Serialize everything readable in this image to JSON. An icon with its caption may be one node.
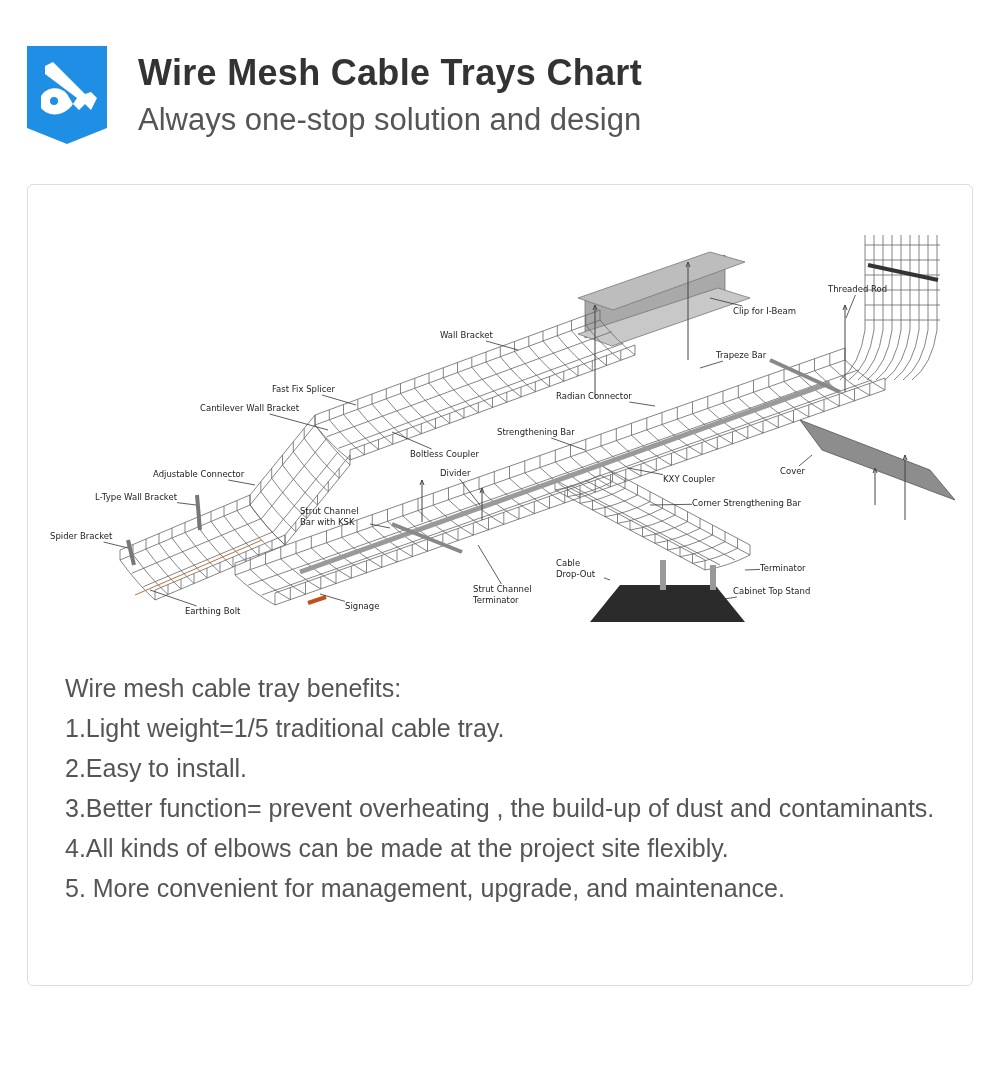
{
  "diagram": {
    "title": "Wire Mesh Cable Trays Chart",
    "nodes": [
      {
        "text": [
          "Threaded Rod"
        ]
      },
      {
        "text": [
          "Clip for I-Beam"
        ]
      },
      {
        "text": [
          "Wall Bracket"
        ]
      },
      {
        "text": [
          "Trapeze Bar"
        ]
      },
      {
        "text": [
          "Fast Fix Splicer"
        ]
      },
      {
        "text": [
          "Radian Connector"
        ]
      },
      {
        "text": [
          "Cantilever Wall Bracket"
        ]
      },
      {
        "text": [
          "Strengthening Bar"
        ]
      },
      {
        "text": [
          "Boltless Coupler"
        ]
      },
      {
        "text": [
          "Cover"
        ]
      },
      {
        "text": [
          "Adjustable Connector"
        ]
      },
      {
        "text": [
          "Divider"
        ]
      },
      {
        "text": [
          "KXY Coupler"
        ]
      },
      {
        "text": [
          "L-Type Wall Bracket"
        ]
      },
      {
        "text": [
          "Corner Strengthening Bar"
        ]
      },
      {
        "text": [
          "Strut Channel Bar with KSK"
        ]
      },
      {
        "text": [
          "Spider Bracket"
        ]
      },
      {
        "text": [
          "Cable Drop-Out"
        ]
      },
      {
        "text": [
          "Terminator"
        ]
      },
      {
        "text": [
          "Strut Channel Terminator"
        ]
      },
      {
        "text": [
          "Cabinet Top Stand"
        ]
      },
      {
        "text": [
          "Earthing Bolt"
        ]
      },
      {
        "text": [
          "Signage"
        ]
      }
    ],
    "edges": [
      {
        "from": 0,
        "to": null,
        "arrow": "none"
      },
      {
        "from": 1,
        "to": null,
        "arrow": "none"
      },
      {
        "from": 2,
        "to": null,
        "arrow": "none"
      },
      {
        "from": 3,
        "to": null,
        "arrow": "none"
      },
      {
        "from": 4,
        "to": null,
        "arrow": "none"
      },
      {
        "from": 5,
        "to": null,
        "arrow": "none"
      },
      {
        "from": 6,
        "to": null,
        "arrow": "none"
      },
      {
        "from": 7,
        "to": null,
        "arrow": "none"
      },
      {
        "from": 8,
        "to": null,
        "arrow": "none"
      },
      {
        "from": 9,
        "to": null,
        "arrow": "none"
      },
      {
        "from": 10,
        "to": null,
        "arrow": "none"
      },
      {
        "from": 11,
        "to": null,
        "arrow": "none"
      },
      {
        "from": 12,
        "to": null,
        "arrow": "none"
      },
      {
        "from": 13,
        "to": null,
        "arrow": "none"
      },
      {
        "from": 14,
        "to": null,
        "arrow": "none"
      },
      {
        "from": 15,
        "to": null,
        "arrow": "none"
      },
      {
        "from": 16,
        "to": null,
        "arrow": "none"
      },
      {
        "from": 17,
        "to": null,
        "arrow": "none"
      },
      {
        "from": 18,
        "to": null,
        "arrow": "none"
      },
      {
        "from": 19,
        "to": null,
        "arrow": "none"
      },
      {
        "from": 20,
        "to": null,
        "arrow": "none"
      },
      {
        "from": 21,
        "to": null,
        "arrow": "none"
      },
      {
        "from": 22,
        "to": null,
        "arrow": "none"
      }
    ],
    "labels": [
      "Always one-stop solution and design",
      "Wire mesh cable tray benefits:",
      "1.Light weight=1/5 traditional cable tray.",
      "2.Easy to install.",
      "3.Better function= prevent overheating , the build-up of dust and contaminants.",
      "4.All kinds of elbows can be made at the project site flexibly.",
      "5. More convenient for management, upgrade, and maintenance."
    ]
  }
}
